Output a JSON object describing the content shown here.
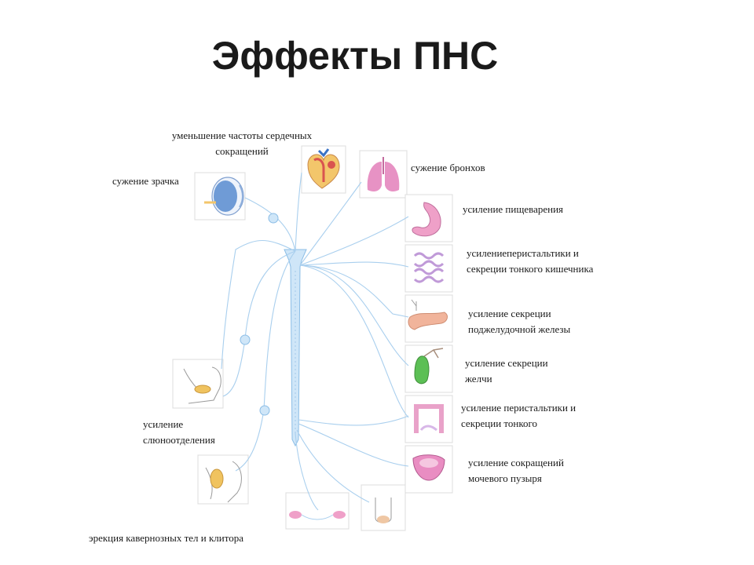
{
  "title": "Эффекты ПНС",
  "labels": {
    "heart": "уменьшение частоты сердечных\nсокращений",
    "eye": "сужение зрачка",
    "lungs": "сужение бронхов",
    "stomach": "усиление пищеварения",
    "small_intestine": "усилениеперистальтики и\nсекреции тонкого кишечника",
    "pancreas": "усиление секреции\nподжелудочной железы",
    "gallbladder": "усиление секреции\nжелчи",
    "colon": "усиление перистальтики и\nсекреции тонкого",
    "bladder": "усиление сокращений\nмочевого пузыря",
    "salivation": "усиление\nслюноотделения",
    "erection": "эрекция кавернозных тел и клитора"
  },
  "colors": {
    "nerve": "#a9cfee",
    "spinal_cord": "#cfe6f8",
    "eye_iris": "#6f9bd6",
    "heart_red": "#d9534f",
    "heart_yellow": "#f3c66b",
    "lungs": "#e792c4",
    "stomach": "#efa0c8",
    "intestine": "#d8b7e8",
    "pancreas": "#f1b49b",
    "gallbladder": "#5cbf55",
    "colon": "#e9a2c9",
    "bladder": "#e98dc2",
    "salivary": "#f0c35f"
  }
}
